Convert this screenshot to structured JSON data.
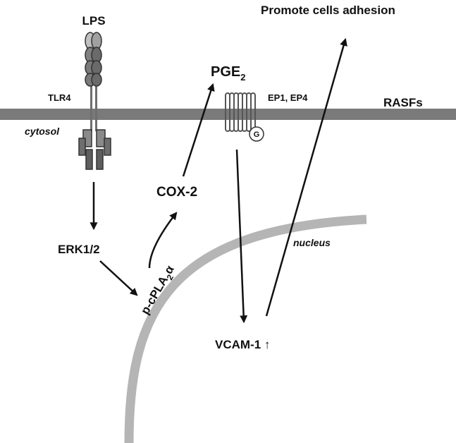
{
  "labels": {
    "lps": "LPS",
    "tlr4": "TLR4",
    "cytosol": "cytosol",
    "pge2_main": "PGE",
    "pge2_sub": "2",
    "ep_receptors": "EP1, EP4",
    "g_protein": "G",
    "rasfs": "RASFs",
    "promote": "Promote cells adhesion",
    "cox2": "COX-2",
    "erk": "ERK1/2",
    "cpla2_prefix": "p-cPLA",
    "cpla2_sub": "2",
    "cpla2_alpha": "α",
    "nucleus": "nucleus",
    "vcam": "VCAM-1 ↑"
  },
  "colors": {
    "membrane": "#7a7a7a",
    "nuclear_envelope": "#b5b5b5",
    "receptor_dark": "#6e6e6e",
    "receptor_light": "#a8a8a8",
    "arrow": "#111111",
    "text": "#111111"
  }
}
